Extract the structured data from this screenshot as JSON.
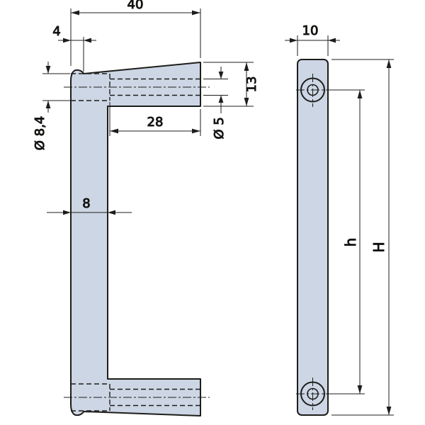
{
  "side_view": {
    "dim_width": "40",
    "dim_lip": "4",
    "dim_flange_height": "13",
    "dim_hole_diameter": "Ø 5",
    "dim_hole_depth": "28",
    "dim_counterbore": "Ø 8,4",
    "dim_bar_thickness": "8"
  },
  "front_view": {
    "dim_bar_width": "10",
    "dim_hole_pitch": "h",
    "dim_total_height": "H"
  },
  "colors": {
    "part_fill": "#cdd6e4",
    "line": "#1d1d1b",
    "text": "#000000",
    "background": "#ffffff"
  }
}
